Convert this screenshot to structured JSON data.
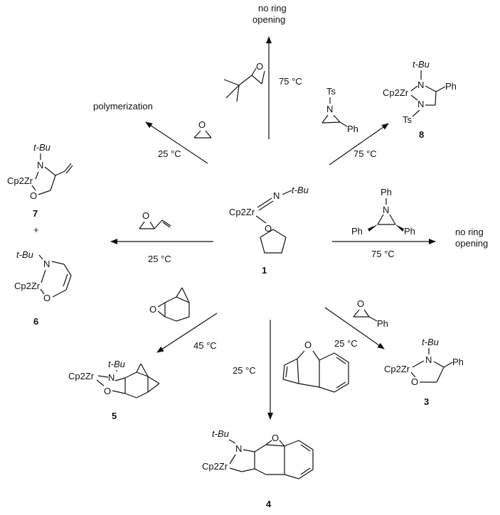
{
  "center": {
    "cp2zr": "Cp2Zr",
    "n": "N",
    "tbu": "t-Bu",
    "compound_number": "1"
  },
  "top": {
    "result": [
      "no ring",
      "opening"
    ],
    "temp": "75 °C"
  },
  "upper_left": {
    "result": "polymerization",
    "temp": "25 °C"
  },
  "upper_right": {
    "temp": "75 °C",
    "ts1": "Ts",
    "n": "N",
    "ph": "Ph",
    "product": {
      "tbu": "t-Bu",
      "cp2zr": "Cp2Zr",
      "n1": "N",
      "n2": "N",
      "ph": "Ph",
      "ts": "Ts",
      "number": "8"
    }
  },
  "left": {
    "temp": "25 °C",
    "product7": {
      "tbu": "t-Bu",
      "cp2zr": "Cp2Zr",
      "n": "N",
      "o": "O",
      "number": "7"
    },
    "plus": "+",
    "product6": {
      "tbu": "t-Bu",
      "cp2zr": "Cp2Zr",
      "n": "N",
      "o": "O",
      "number": "6"
    }
  },
  "right": {
    "temp": "75 °C",
    "ph_top": "Ph",
    "n": "N",
    "ph_left": "Ph",
    "ph_right": "Ph",
    "result": [
      "no ring",
      "opening"
    ]
  },
  "lower_left": {
    "temp": "45 °C",
    "o": "O",
    "product": {
      "tbu": "t-Bu",
      "cp2zr": "Cp2Zr",
      "n": "N",
      "o": "O",
      "number": "5"
    }
  },
  "bottom": {
    "temp": "25 °C",
    "o": "O",
    "product": {
      "tbu": "t-Bu",
      "n": "N",
      "o": "O",
      "cp2zr": "Cp2Zr",
      "number": "4"
    }
  },
  "lower_right": {
    "temp": "25 °C",
    "o": "O",
    "ph": "Ph",
    "product": {
      "tbu": "t-Bu",
      "cp2zr": "Cp2Zr",
      "n": "N",
      "o": "O",
      "ph": "Ph",
      "number": "3"
    }
  }
}
